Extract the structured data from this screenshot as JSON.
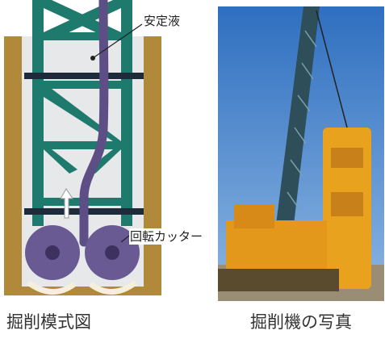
{
  "diagram": {
    "labels": {
      "slurry": "安定液",
      "rotary_cutter": "回転カッター"
    },
    "captions": {
      "schematic": "掘削模式図",
      "photo": "掘削機の写真"
    },
    "colors": {
      "soil": "#b08a3a",
      "frame": "#1f7a6e",
      "slurry_fill": "#e6e8ea",
      "cutter": "#6a5a94",
      "hose": "#5d4e86",
      "sky": "#3a78c4",
      "machine": "#e8a21e",
      "boom": "#2e4e5a"
    }
  }
}
